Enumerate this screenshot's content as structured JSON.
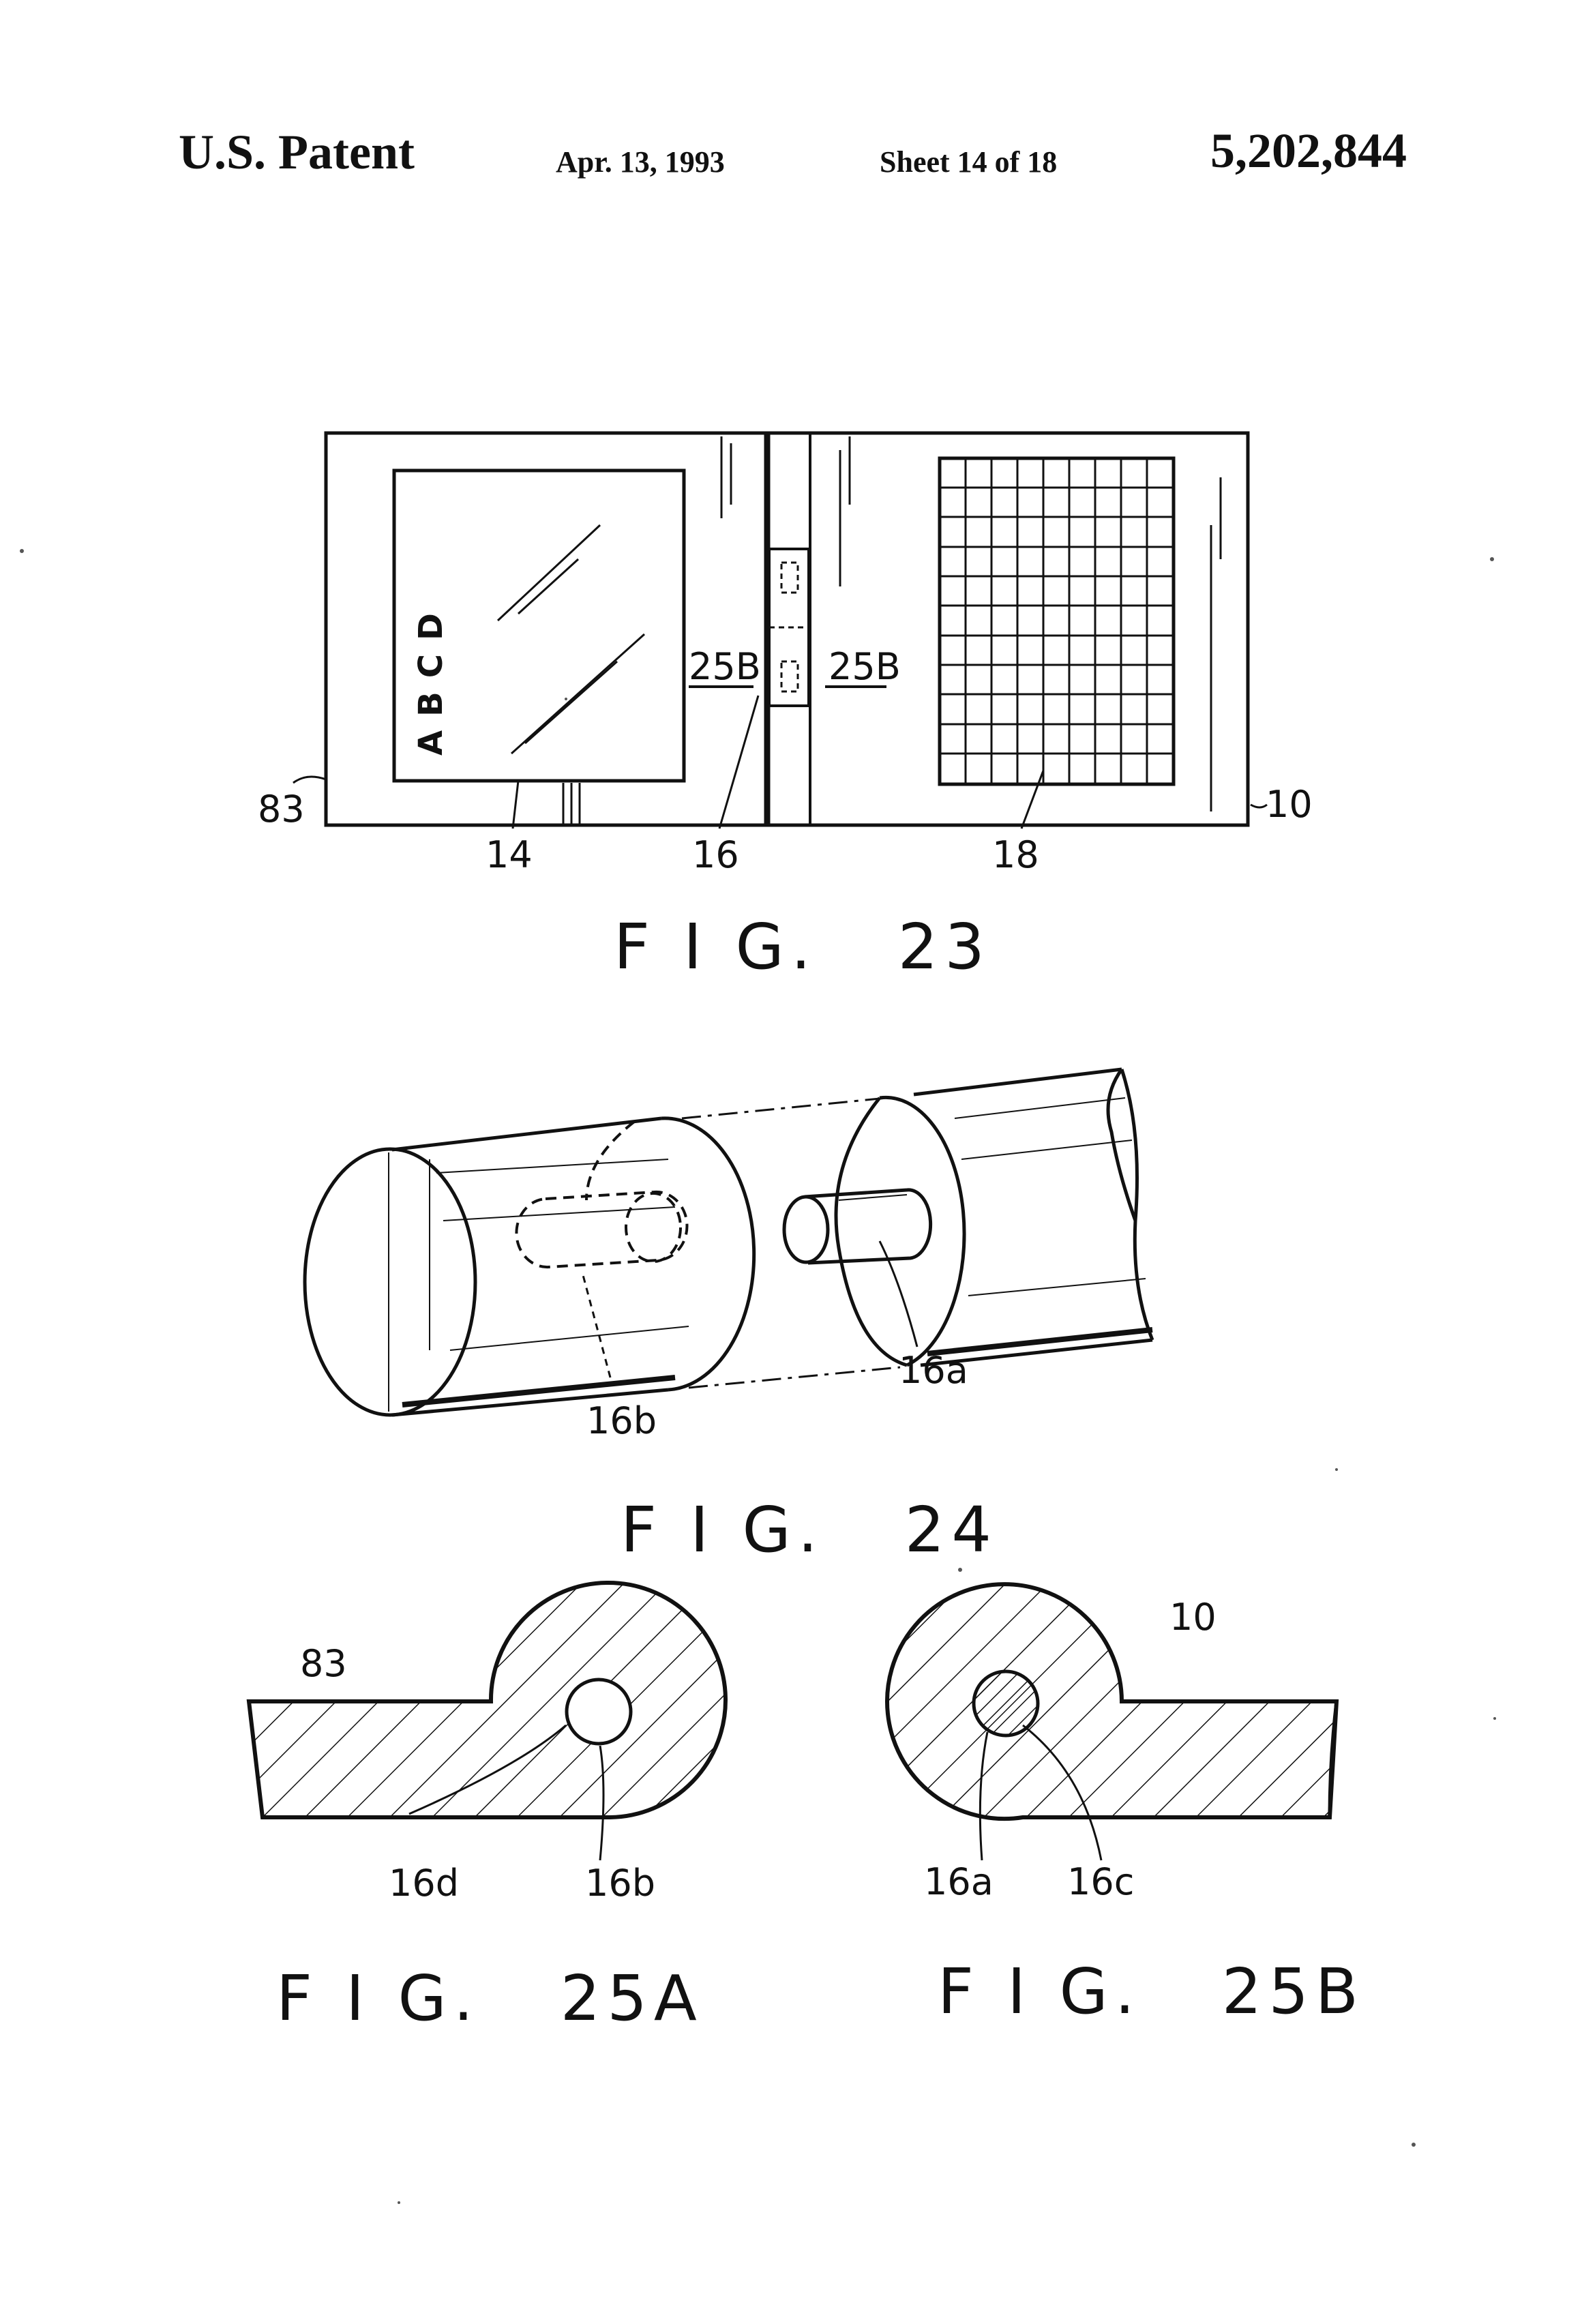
{
  "header": {
    "patent_label": "U.S. Patent",
    "date": "Apr. 13, 1993",
    "sheet": "Sheet 14 of 18",
    "patent_number": "5,202,844"
  },
  "fig23": {
    "caption": "F I G.   23",
    "display_text": "ABCD",
    "section_mark_left": "25B",
    "section_mark_right": "25B",
    "refs": {
      "r83": "83",
      "r10": "10",
      "r14": "14",
      "r16": "16",
      "r18": "18"
    }
  },
  "fig24": {
    "caption": "F I G.   24",
    "refs": {
      "r16a": "16a",
      "r16b": "16b"
    }
  },
  "fig25a": {
    "caption": "F I G.   25A",
    "refs": {
      "r83": "83",
      "r16d": "16d",
      "r16b": "16b"
    }
  },
  "fig25b": {
    "caption": "F I G.   25B",
    "refs": {
      "r10": "10",
      "r16a": "16a",
      "r16c": "16c"
    }
  }
}
